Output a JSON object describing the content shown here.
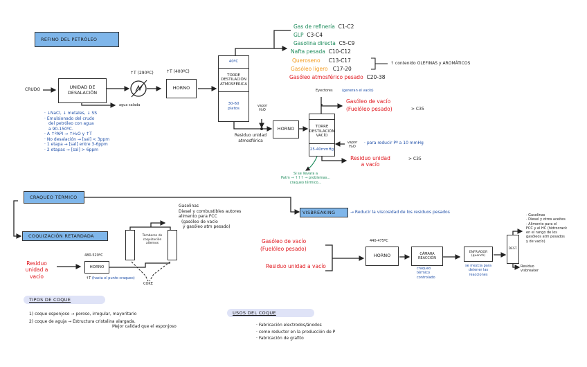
{
  "title": "REFINO DEL PETRÓLEO",
  "section1": {
    "crudo": "CRUDO",
    "desalting_unit": "UNIDAD DE DESALACIÓN",
    "salt_water": "agua salada",
    "heat_exchanger_temp": "↑T (290ºC)",
    "furnace_temp": "↑T (400ºC)",
    "furnace": "HORNO",
    "desalting_notes": [
      "· ↓NaCl, ↓ metales, ↓ SS",
      "· Emulsionado del crudo",
      "  del petróleo con agua",
      "  a 90-150ºC.",
      "· A ↑ºAPI → ↑H₂O y ↑T",
      "· No desalación → [sal] < 3ppm",
      "· 1 etapa → [sal] entre 3-6ppm",
      "· 2 etapas → [sal] > 6ppm"
    ],
    "atm_tower": {
      "top_temp": "40ºC",
      "label": "TORRE DESTILACIÓN ATMOSFÉRICA",
      "plates": "30-60 platos"
    },
    "steam": "vapor H₂O",
    "atm_residue": "Residuo unidad atmosférica",
    "products": [
      {
        "name": "Gas de refinería",
        "range": "C1-C2",
        "color": "#1b8a5a"
      },
      {
        "name": "GLP",
        "range": "C3-C4",
        "color": "#1b8a5a"
      },
      {
        "name": "Gasolina directa",
        "range": "C5-C9",
        "color": "#1b8a5a"
      },
      {
        "name": "Nafta pesada",
        "range": "C10-C12",
        "color": "#1b8a5a"
      },
      {
        "name": "Queroseno",
        "range": "C13-C17",
        "color": "#f39a1c"
      },
      {
        "name": "Gasóleo ligero",
        "range": "C17-20",
        "color": "#f39a1c"
      },
      {
        "name": "Gasóleo atmosférico pesado",
        "range": "C20-38",
        "color": "#e0161d"
      }
    ],
    "olefins_note": "↑ contenido OLEFINAS y AROMÁTICOS"
  },
  "section2": {
    "furnace": "HORNO",
    "vac_tower": {
      "label": "TORRE DESTILACIÓN VACÍO",
      "pressure": "25-40mmHg"
    },
    "ejectors": "Eyectores",
    "ejectors_note": "(generan el vacío)",
    "vac_gasoil": "Gasóleo de vacío",
    "vac_gasoil_sub": "(Fuelóleo pesado)",
    "vac_gasoil_range": "> C35",
    "steam": "vapor H₂O",
    "steam_note": "· para reducir Pº a 10 mmHg",
    "vac_residue": "Residuo unidad a vacío",
    "vac_residue_range": "> C35",
    "patm_note": [
      "Si se llevara a",
      "Patm → ↑↑↑ → problemas...",
      "craqueo térmico..."
    ]
  },
  "section3": {
    "header": "CRAQUEO TÉRMICO",
    "coking_header": "COQUIZACIÓN RETARDADA",
    "visbreaking_header": "VISBREAKING",
    "visbreaking_note": "→ Reducir la viscosidad de los residuos pesados",
    "coking": {
      "feed": "Residuo unidad a vacío",
      "temp": "480-520ºC",
      "furnace": "HORNO",
      "furnace_note_black": "↑T",
      "furnace_note_blue": "(hasta el punto craqueo)",
      "drums": "Tambores de coquización alternos",
      "coke": "COKE",
      "products": [
        "Gasolinas",
        "Diesel y combustibles autores",
        "alimento para FCC",
        "(gasóleo de vacío",
        "y gasóleo atm pesado)"
      ]
    },
    "visbreaking": {
      "feed1": "Gasóleo de vacío",
      "feed1_sub": "(Fuelóleo pesado)",
      "feed2": "Residuo unidad a vacío",
      "temp": "440-475ºC",
      "furnace": "HORNO",
      "chamber": "CÁMARA REACCIÓN",
      "chamber_note": "craqueo térmico controlado",
      "quench": "ENFRIADOR (quench)",
      "quench_note": "se mezcla para detener las reacciones",
      "dest": "DEST.",
      "residue": "Residuo visbreaker",
      "products": [
        "· Gasolinas",
        "· Diesel y otros aceites",
        "· Alimento para el",
        "  FCC y el HC (hidrocrack",
        "  en el rango de los",
        "  gasóleos atm pesados",
        "  y de vacío)"
      ]
    }
  },
  "coke_types": {
    "header": "TIPOS DE COQUE",
    "items": [
      "1) coque esponjoso → poroso, irregular, mayoritario",
      "2) coque de aguja → Estructura cristalina alargada.",
      "                           Mejor calidad que el esponjoso"
    ]
  },
  "coke_uses": {
    "header": "USOS DEL COQUE",
    "items": [
      "· Fabricación electrodos/ánodos",
      "· como reductor en la producción de P",
      "· Fabricación de grafito"
    ]
  }
}
